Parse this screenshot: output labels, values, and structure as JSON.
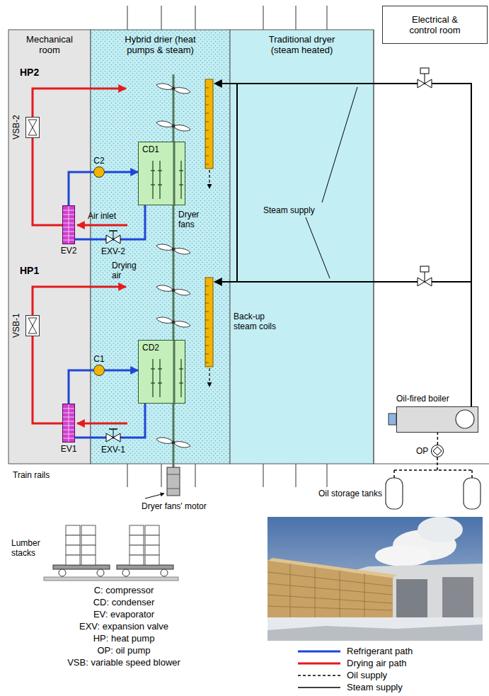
{
  "diagram": {
    "nodes": [
      {
        "text": [
          "Mechanical room"
        ]
      },
      {
        "text": [
          "Hybrid drier (heat pumps & steam)"
        ]
      },
      {
        "text": [
          "Traditional dryer (steam heated)"
        ]
      },
      {
        "text": [
          "Electrical & control room"
        ]
      },
      {
        "text": [
          "VSB-2"
        ],
        "in": 0
      },
      {
        "text": [
          "EV2"
        ],
        "in": 0
      },
      {
        "text": [
          "VSB-1"
        ],
        "in": 0
      },
      {
        "text": [
          "EV1"
        ],
        "in": 0
      },
      {
        "text": [
          "C2"
        ],
        "in": 1
      },
      {
        "text": [
          "CD1"
        ],
        "in": 1
      },
      {
        "text": [
          "C1"
        ],
        "in": 1
      },
      {
        "text": [
          "CD2"
        ],
        "in": 1
      },
      {
        "text": [
          "Oil-fired boiler"
        ]
      },
      {
        "text": [
          "OP"
        ]
      }
    ],
    "edges": [
      {
        "from": 8,
        "to": 9,
        "arrow": "to"
      },
      {
        "from": 9,
        "to": 5,
        "arrow": "none"
      },
      {
        "from": 5,
        "to": 8,
        "arrow": "none"
      },
      {
        "from": 5,
        "to": 4,
        "arrow": "none"
      },
      {
        "from": 10,
        "to": 11,
        "arrow": "to"
      },
      {
        "from": 11,
        "to": 7,
        "arrow": "none"
      },
      {
        "from": 7,
        "to": 10,
        "arrow": "none"
      },
      {
        "from": 7,
        "to": 6,
        "arrow": "none"
      },
      {
        "from": 13,
        "to": 12,
        "arrow": "none"
      }
    ],
    "labels": [
      "HP2",
      "Air inlet",
      "EXV-2",
      "HP1",
      "Drying air",
      "EXV-1",
      "Dryer fans",
      "Back-up steam coils",
      "Steam supply",
      "Train rails",
      "Dryer fans' motor",
      "Lumber stacks",
      "Oil storage tanks",
      "C: compressor",
      "CD: condenser",
      "EV: evaporator",
      "EXV: expansion valve",
      "HP: heat pump",
      "OP: oil pump",
      "VSB: variable speed blower"
    ],
    "legend": [
      {
        "text": "Refrigerant path"
      },
      {
        "text": "Drying air path"
      },
      {
        "text": "Oil supply"
      },
      {
        "text": "Steam supply"
      }
    ]
  }
}
